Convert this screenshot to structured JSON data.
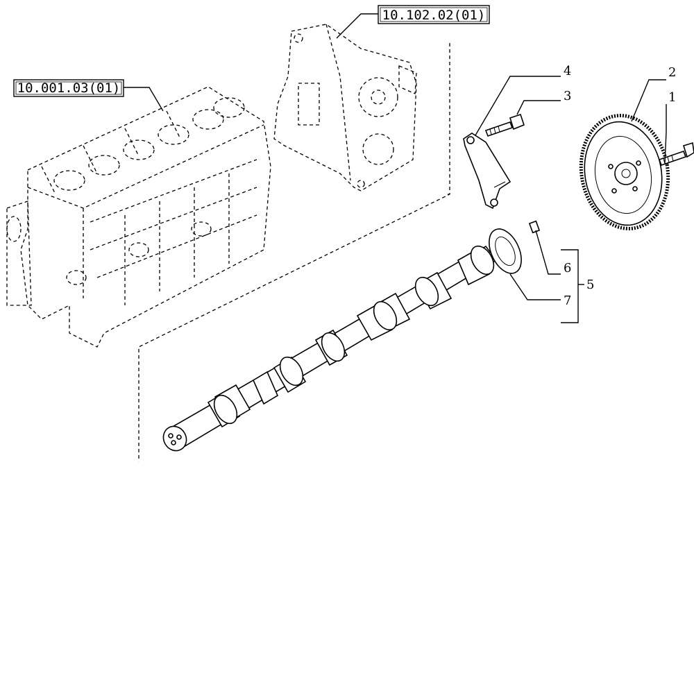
{
  "references": {
    "engine_block": "10.001.03(01)",
    "timing_cover": "10.102.02(01)"
  },
  "callouts": {
    "c1": "1",
    "c2": "2",
    "c3": "3",
    "c4": "4",
    "c5": "5",
    "c6": "6",
    "c7": "7"
  }
}
